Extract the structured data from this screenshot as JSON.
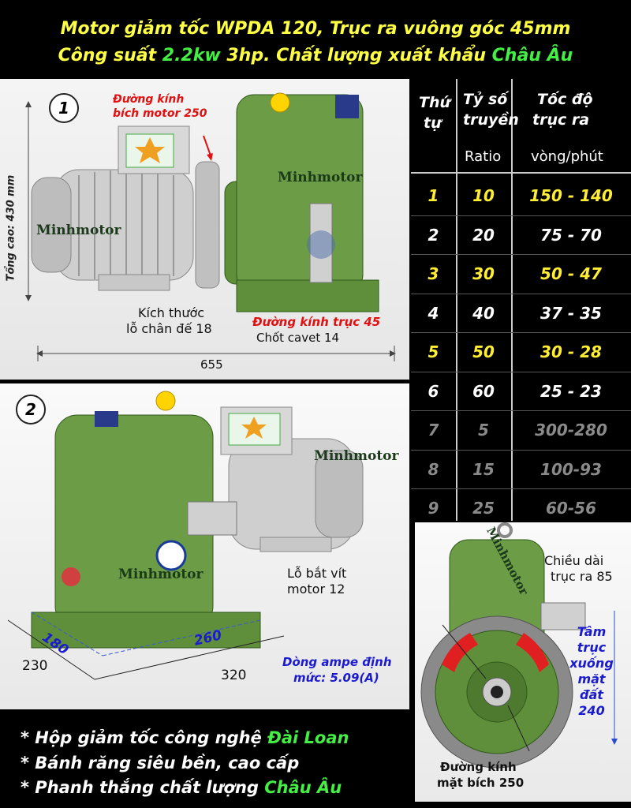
{
  "header": {
    "line1": "Motor giảm tốc WPDA 120, Trục ra vuông góc 45mm",
    "line2_a": "Công suất ",
    "line2_power": "2.2kw",
    "line2_b": " 3hp. Chất lượng xuất khẩu ",
    "line2_region": "Châu Âu"
  },
  "panel1": {
    "badge": "1",
    "height_label": "Tổng cao: 430 mm",
    "flange_label_l1": "Đường kính",
    "flange_label_l2": "bích motor 250",
    "watermark_body": "Minhmotor",
    "watermark_motor": "Minhmotor",
    "foot_hole_l1": "Kích thước",
    "foot_hole_l2": "lỗ chân đế 18",
    "shaft_dia": "Đường kính trục 45",
    "key": "Chốt cavet 14",
    "length": "655"
  },
  "panel2": {
    "badge": "2",
    "watermark1": "Minhmotor",
    "watermark2": "Minhmotor",
    "bolt_l1": "Lỗ bắt vít",
    "bolt_l2": "motor 12",
    "dim_180": "180",
    "dim_260": "260",
    "dim_230": "230",
    "dim_320": "320",
    "amp_l1": "Dòng ampe định",
    "amp_l2": "mức: 5.09(A)"
  },
  "panel3": {
    "watermark": "Minhmotor",
    "shaft_len_l1": "Chiều dài",
    "shaft_len_l2": "trục ra 85",
    "center_l1": "Tâm",
    "center_l2": "trục",
    "center_l3": "xuống",
    "center_l4": "mặt",
    "center_l5": "đất",
    "center_l6": "240",
    "flange_l1": "Đường kính",
    "flange_l2": "mặt bích 250"
  },
  "table": {
    "h1_l1": "Thứ",
    "h1_l2": "tự",
    "h2_l1": "Tỷ số",
    "h2_l2": "truyền",
    "h3_l1": "Tốc độ",
    "h3_l2": "trục ra",
    "sub2": "Ratio",
    "sub3": "vòng/phút",
    "rows": [
      {
        "no": "1",
        "ratio": "10",
        "speed": "150 - 140",
        "color": "#ffee33"
      },
      {
        "no": "2",
        "ratio": "20",
        "speed": "75 - 70",
        "color": "#ffffff"
      },
      {
        "no": "3",
        "ratio": "30",
        "speed": "50 - 47",
        "color": "#ffee33"
      },
      {
        "no": "4",
        "ratio": "40",
        "speed": "37 - 35",
        "color": "#ffffff"
      },
      {
        "no": "5",
        "ratio": "50",
        "speed": "30 - 28",
        "color": "#ffee33"
      },
      {
        "no": "6",
        "ratio": "60",
        "speed": "25 - 23",
        "color": "#ffffff"
      },
      {
        "no": "7",
        "ratio": "5",
        "speed": "300-280",
        "color": "#8a8a8a"
      },
      {
        "no": "8",
        "ratio": "15",
        "speed": "100-93",
        "color": "#8a8a8a"
      },
      {
        "no": "9",
        "ratio": "25",
        "speed": "60-56",
        "color": "#8a8a8a"
      }
    ]
  },
  "footer": {
    "f1_a": "* Hộp giảm tốc công nghệ ",
    "f1_b": "Đài Loan",
    "f2": "* Bánh răng siêu bền, cao cấp",
    "f3_a": "* Phanh thắng chất lượng ",
    "f3_b": "Châu Âu"
  }
}
